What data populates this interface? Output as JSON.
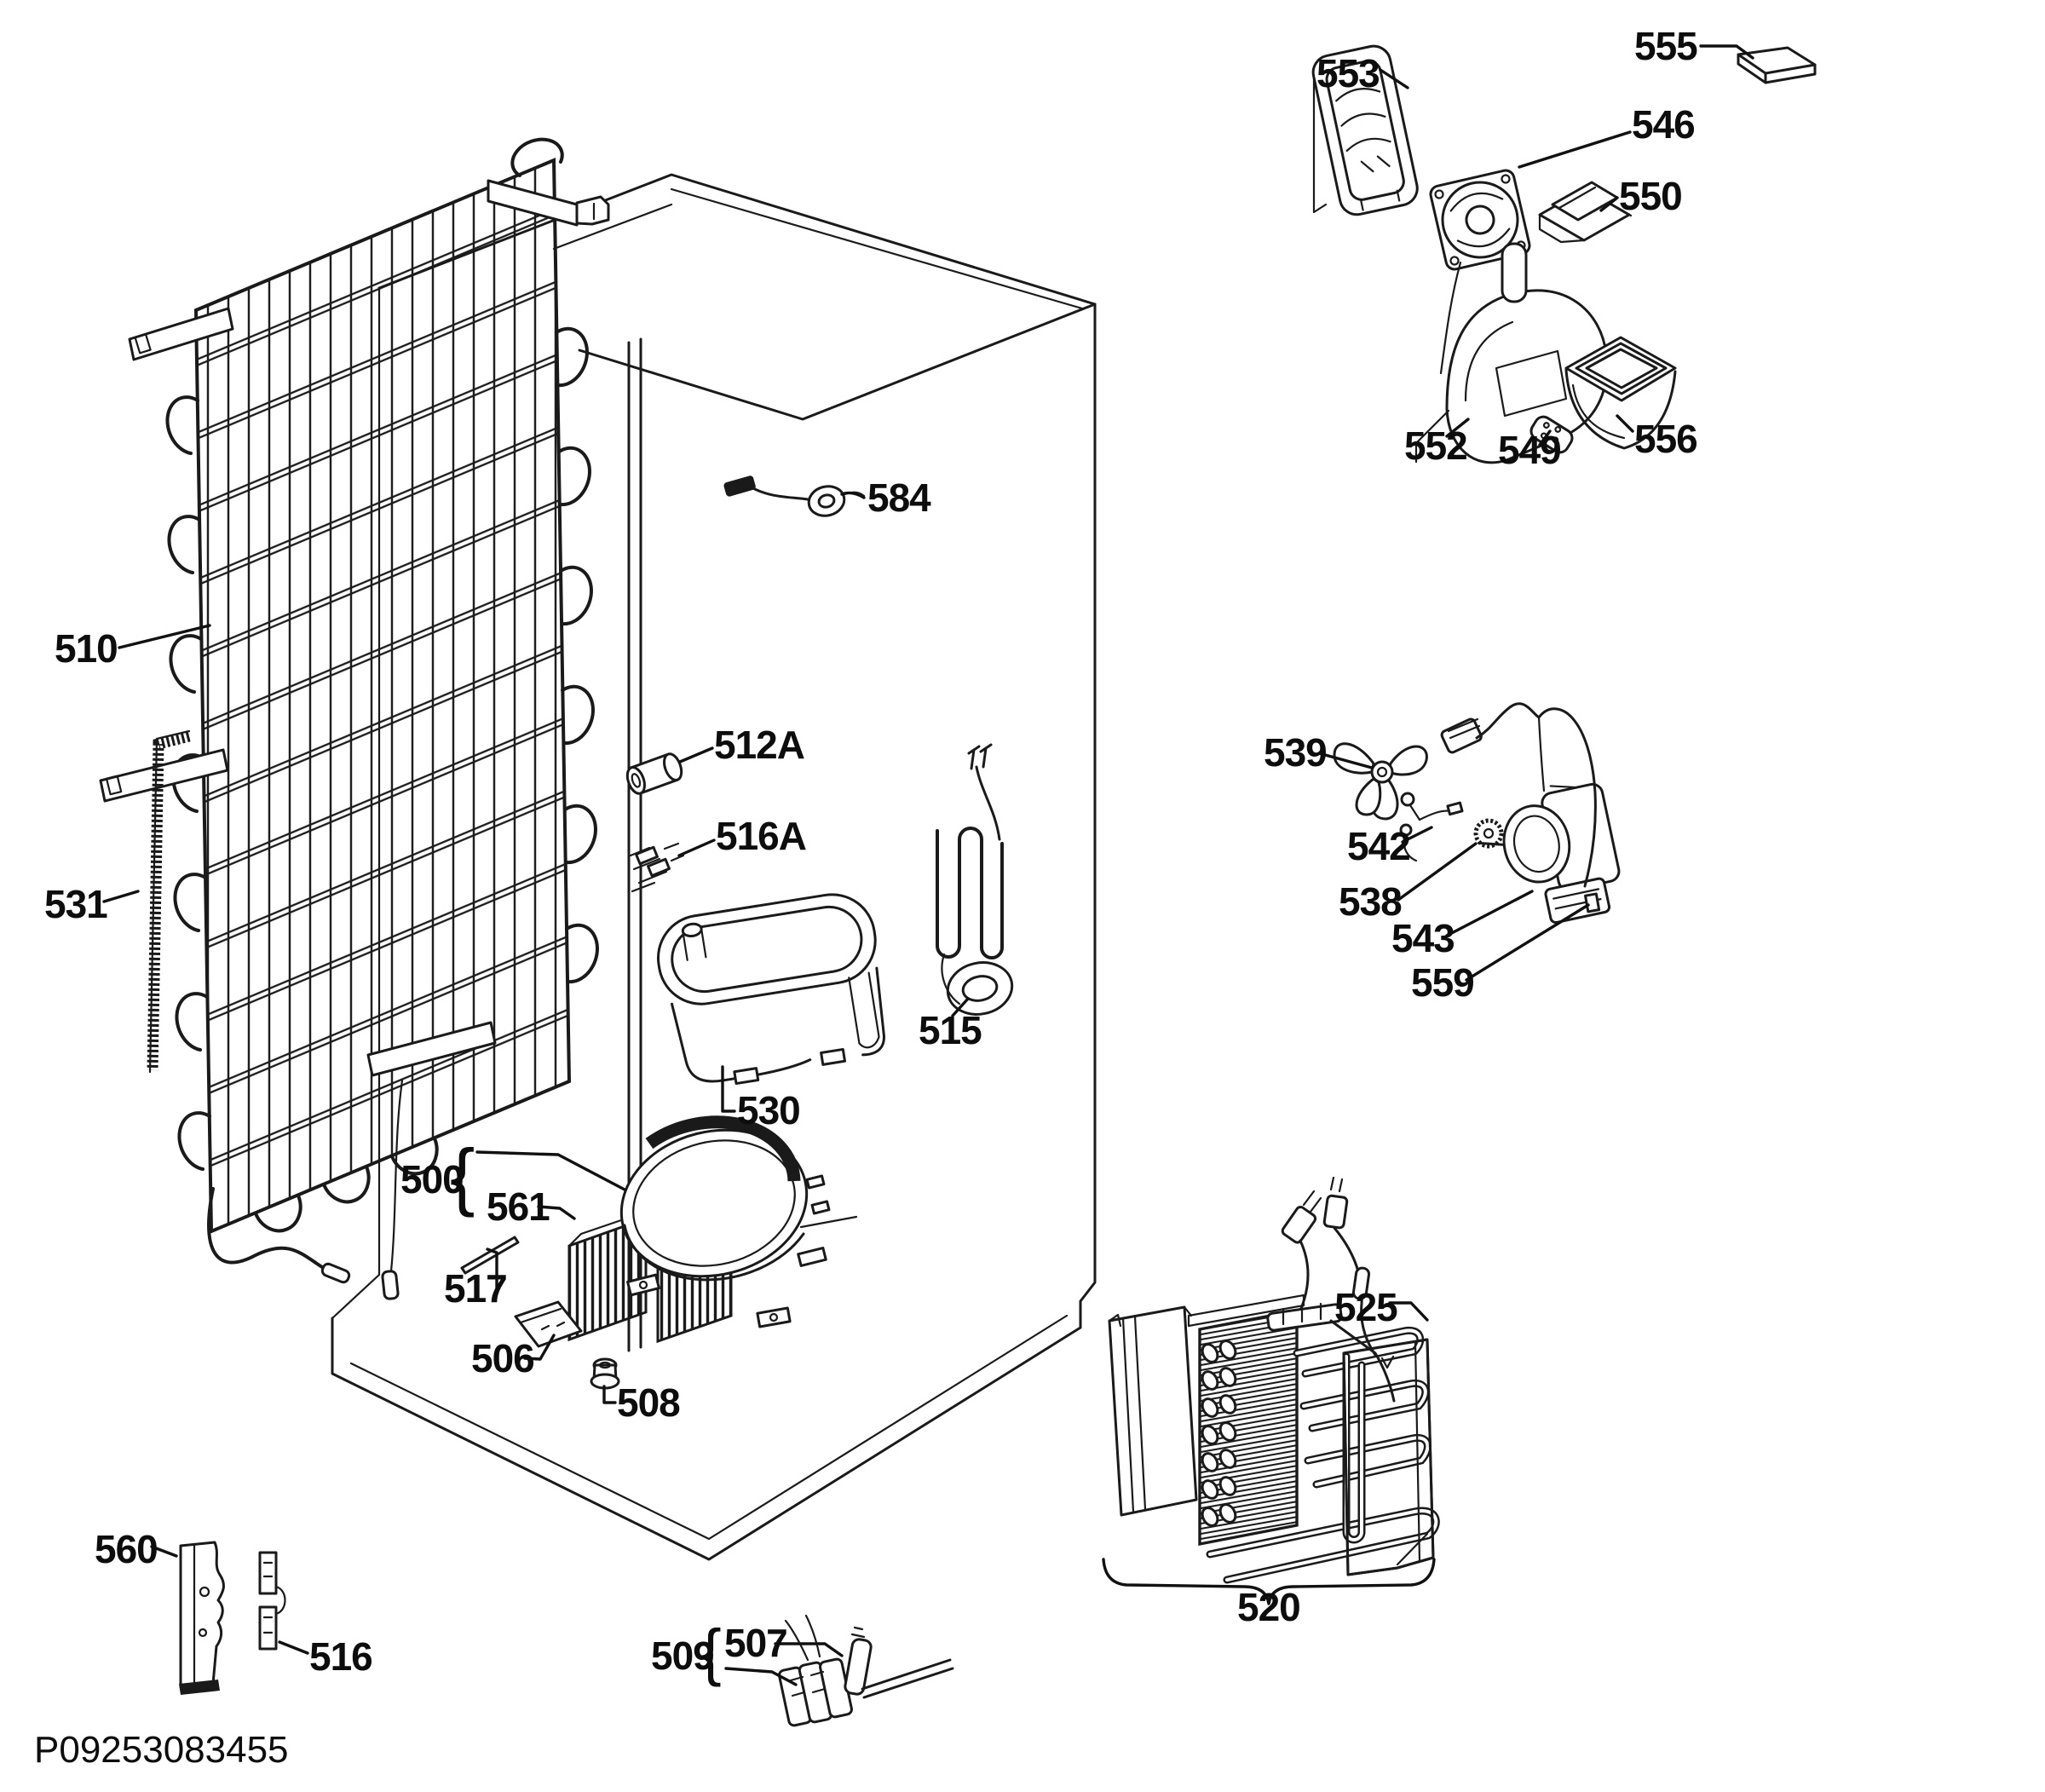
{
  "figure": {
    "type": "exploded-parts-diagram",
    "subject": "refrigerator cooling system service diagram",
    "part_number": "P09253083455",
    "background": "#ffffff",
    "line_color": "#1a1a1a"
  },
  "glyphs": {
    "brace": "{"
  },
  "callouts": {
    "c510": "510",
    "c531": "531",
    "c584": "584",
    "c512A": "512A",
    "c516A": "516A",
    "c515": "515",
    "c530": "530",
    "c500": "500",
    "c561": "561",
    "c517": "517",
    "c506": "506",
    "c508": "508",
    "c553": "553",
    "c555": "555",
    "c546": "546",
    "c550": "550",
    "c552": "552",
    "c549": "549",
    "c556": "556",
    "c539": "539",
    "c542": "542",
    "c538": "538",
    "c543": "543",
    "c559": "559",
    "c525": "525",
    "c520": "520",
    "c560": "560",
    "c516": "516",
    "c509": "509",
    "c507": "507"
  }
}
